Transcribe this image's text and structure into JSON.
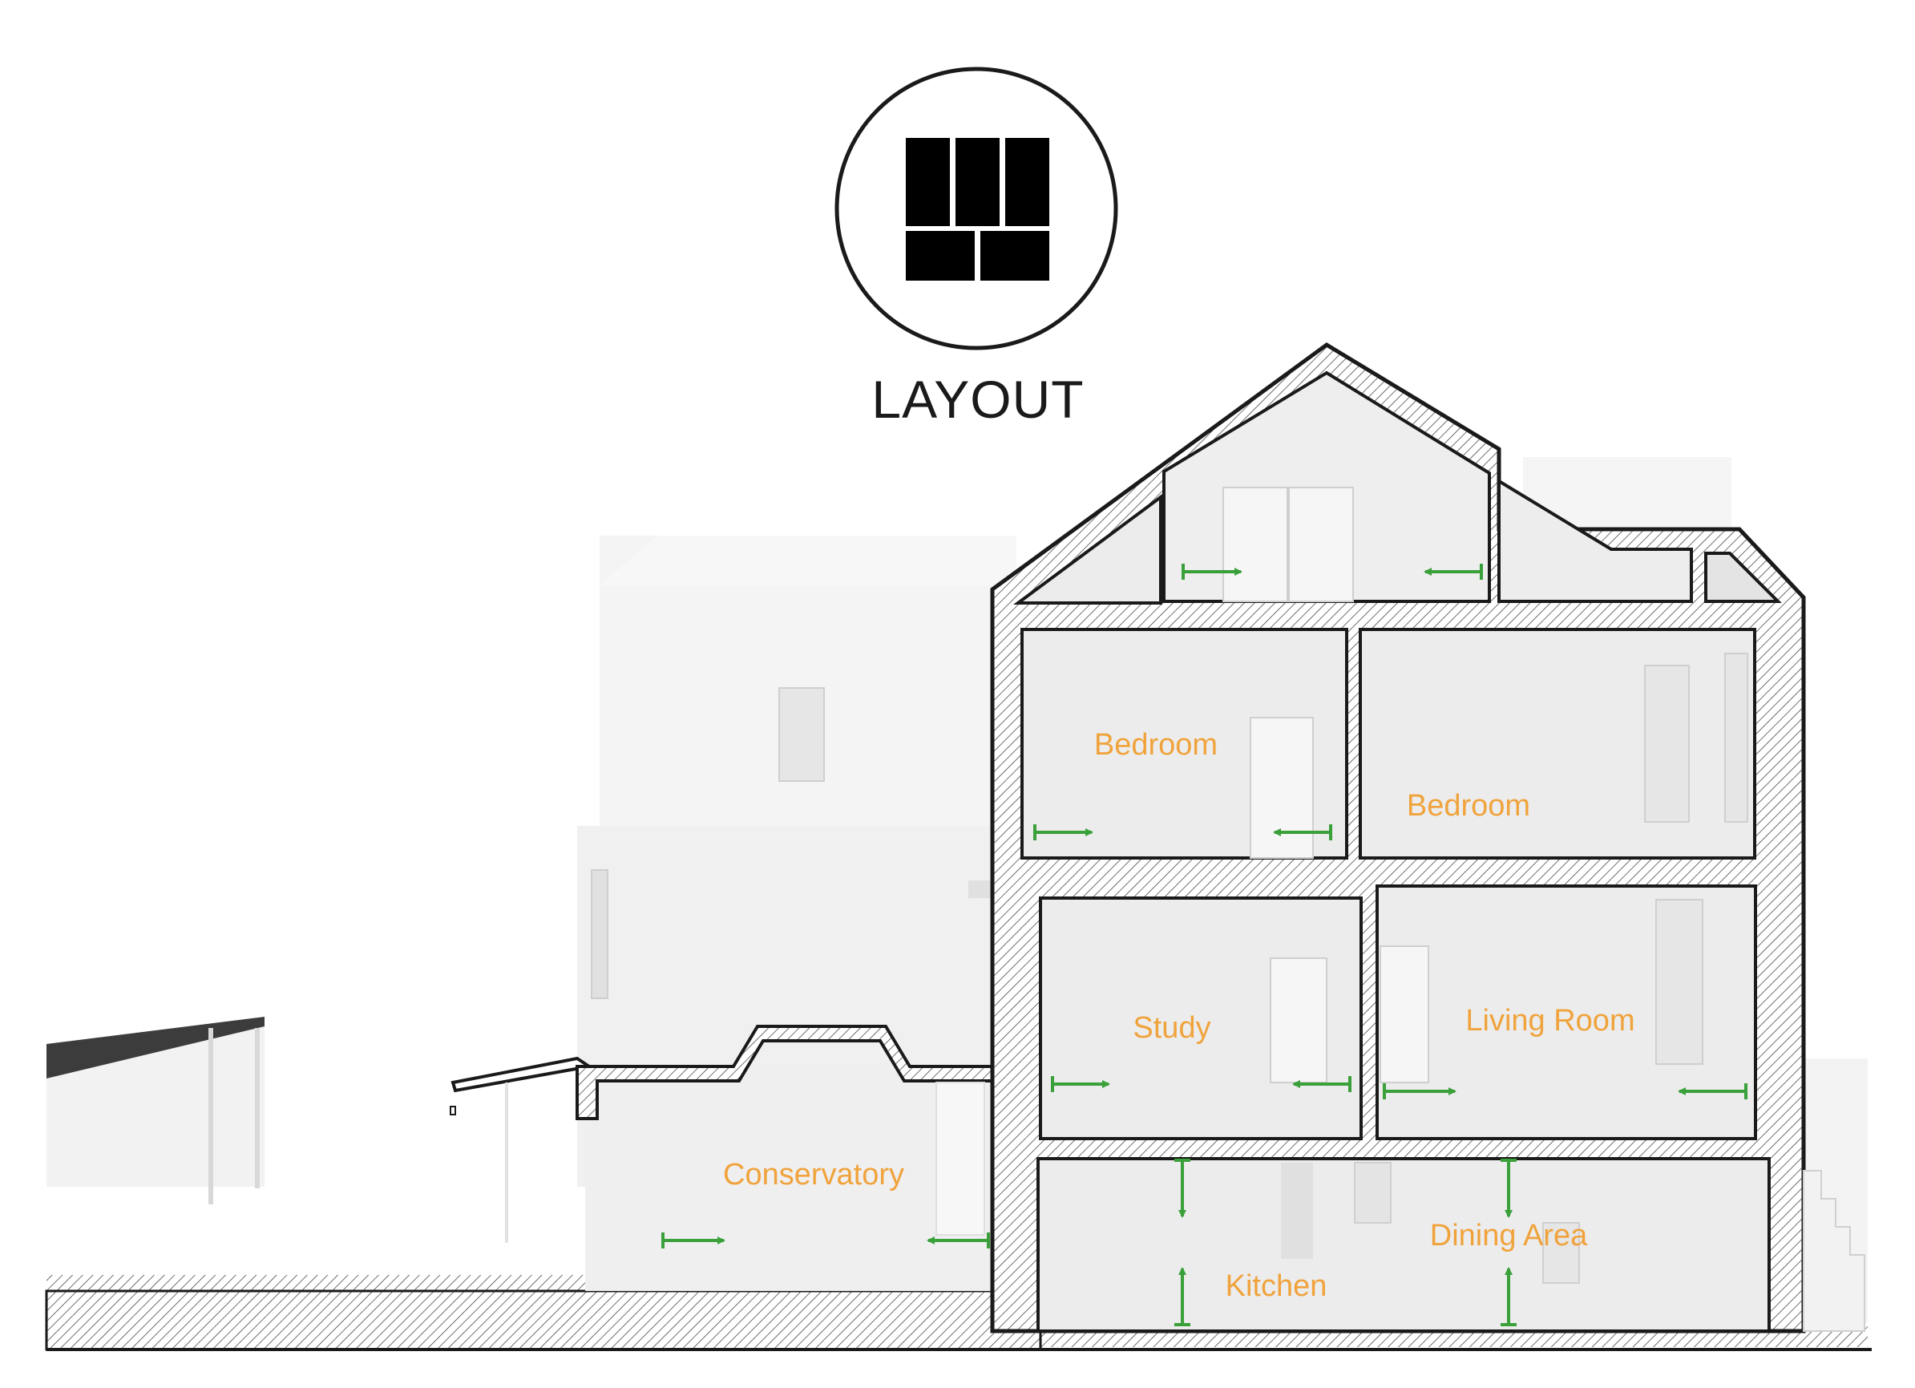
{
  "heading": "LAYOUT",
  "icon": "layout-grid-icon",
  "colors": {
    "label": "#f0a33c",
    "arrow": "#3aa03a",
    "wall": "#1a1a1a",
    "interior": "#ececec",
    "exterior": "#f4f4f4"
  },
  "rooms": [
    {
      "id": "bedroom-left",
      "label": "Bedroom"
    },
    {
      "id": "bedroom-right",
      "label": "Bedroom"
    },
    {
      "id": "study",
      "label": "Study"
    },
    {
      "id": "living-room",
      "label": "Living Room"
    },
    {
      "id": "conservatory",
      "label": "Conservatory"
    },
    {
      "id": "dining-area",
      "label": "Dining Area"
    },
    {
      "id": "kitchen",
      "label": "Kitchen"
    }
  ]
}
